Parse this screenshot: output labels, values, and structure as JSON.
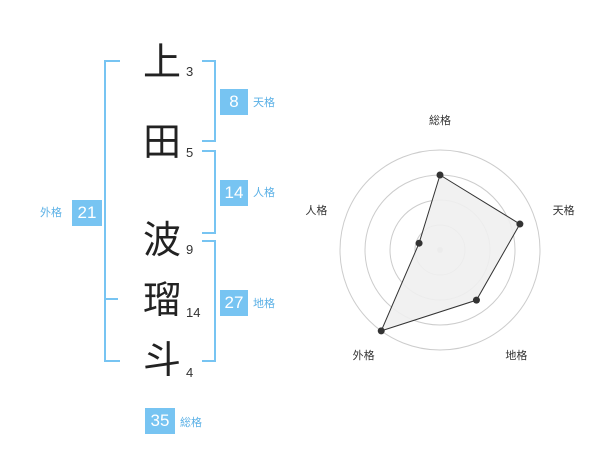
{
  "name": {
    "characters": [
      {
        "char": "上",
        "strokes": "3"
      },
      {
        "char": "田",
        "strokes": "5"
      },
      {
        "char": "波",
        "strokes": "9"
      },
      {
        "char": "瑠",
        "strokes": "14"
      },
      {
        "char": "斗",
        "strokes": "4"
      }
    ]
  },
  "fortunes": {
    "tenkaku": {
      "value": "8",
      "label": "天格"
    },
    "jinkaku": {
      "value": "14",
      "label": "人格"
    },
    "chikaku": {
      "value": "27",
      "label": "地格"
    },
    "gaikaku": {
      "value": "21",
      "label": "外格"
    },
    "soukaku": {
      "value": "35",
      "label": "総格"
    }
  },
  "chart_data": {
    "type": "radar",
    "axes": [
      "総格",
      "天格",
      "地格",
      "外格",
      "人格"
    ],
    "values": [
      0.75,
      0.84,
      0.62,
      1.0,
      0.22
    ],
    "rings": 4,
    "colors": {
      "accent": "#77c4f2",
      "fill": "#efefef",
      "stroke": "#333333",
      "ring": "#cccccc"
    }
  }
}
